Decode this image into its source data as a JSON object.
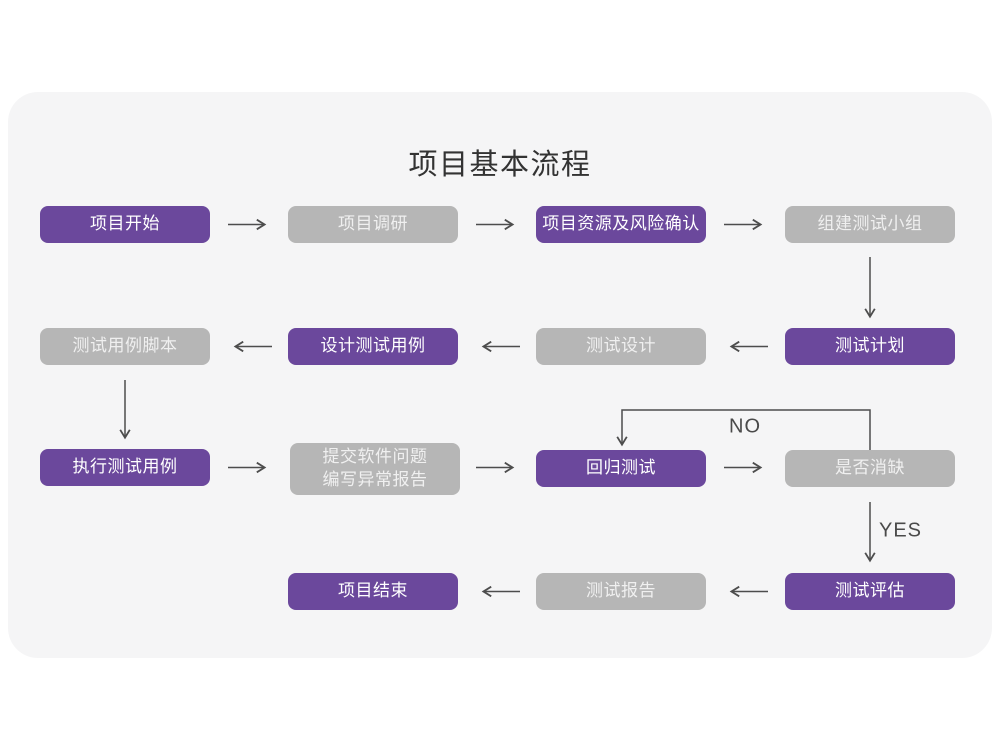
{
  "title": "项目基本流程",
  "colors": {
    "purple_node": "#6b489c",
    "gray_node": "#b6b6b6",
    "node_text_purple": "#ffffff",
    "node_text_gray": "#f0f0f0",
    "card_background": "#f5f5f6",
    "page_background": "#ffffff",
    "arrow": "#4d4d4d",
    "title_text": "#333333"
  },
  "flow": {
    "nodes": [
      {
        "label": "项目开始",
        "variant": "purple"
      },
      {
        "label": "项目调研",
        "variant": "gray"
      },
      {
        "label": "项目资源及风险确认",
        "variant": "purple"
      },
      {
        "label": "组建测试小组",
        "variant": "gray"
      },
      {
        "label": "测试计划",
        "variant": "purple"
      },
      {
        "label": "测试设计",
        "variant": "gray"
      },
      {
        "label": "设计测试用例",
        "variant": "purple"
      },
      {
        "label": "测试用例脚本",
        "variant": "gray"
      },
      {
        "label": "执行测试用例",
        "variant": "purple"
      },
      {
        "label": "提交软件问题\n编写异常报告",
        "variant": "gray"
      },
      {
        "label": "回归测试",
        "variant": "purple"
      },
      {
        "label": "是否消缺",
        "variant": "gray"
      },
      {
        "label": "测试评估",
        "variant": "purple"
      },
      {
        "label": "测试报告",
        "variant": "gray"
      },
      {
        "label": "项目结束",
        "variant": "purple"
      }
    ],
    "no_label": "NO",
    "yes_label": "YES"
  }
}
